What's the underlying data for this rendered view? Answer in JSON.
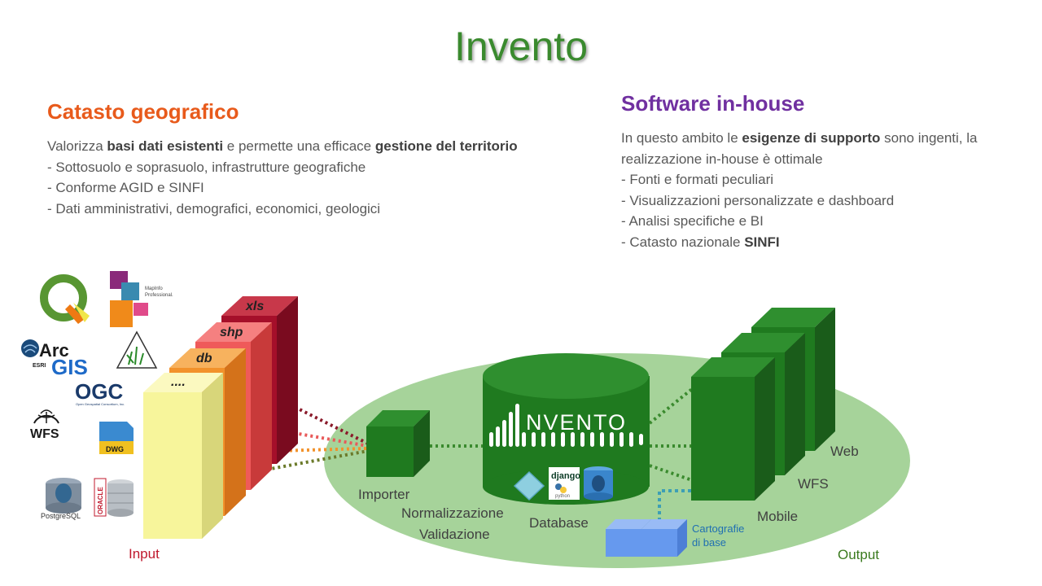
{
  "title": "Invento",
  "left": {
    "heading": "Catasto geografico",
    "intro_pre": "Valorizza ",
    "intro_b1": "basi dati esistenti",
    "intro_mid": " e permette una efficace ",
    "intro_b2": "gestione del territorio",
    "items": [
      "- Sottosuolo e soprasuolo, infrastrutture geografiche",
      "- Conforme AGID e SINFI",
      "- Dati amministrativi, demografici, economici, geologici"
    ]
  },
  "right": {
    "heading": "Software in-house",
    "intro_pre": "In questo ambito le ",
    "intro_b": "esigenze di supporto",
    "intro_post": "  sono ingenti, la realizzazione in-house è ottimale",
    "items": [
      "- Fonti e formati peculiari",
      "- Visualizzazioni personalizzate e dashboard",
      "- Analisi specifiche e BI"
    ],
    "last_pre": "- Catasto nazionale ",
    "last_b": "SINFI"
  },
  "diagram": {
    "input_label": "Input",
    "output_label": "Output",
    "input_stack": [
      "xls",
      "shp",
      "db",
      "...."
    ],
    "importer_label": "Importer",
    "normalization_label": "Normalizzazione",
    "validation_label": "Validazione",
    "database_label": "Database",
    "database_logo_text": "NVENTO",
    "carto_line1": "Cartografie",
    "carto_line2": "di base",
    "outputs": [
      "Web",
      "WFS",
      "Mobile"
    ],
    "logos": {
      "mapinfo_line1": "MapInfo",
      "mapinfo_line2": "Professional.",
      "arc": "Arc",
      "gis": "GIS",
      "esri": "ESRI",
      "ogc": "OGC",
      "ogc_sub": "Open Geospatial Consortium, Inc.",
      "wfs": "WFS",
      "dwg": "DWG",
      "postgresql": "PostgreSQL",
      "oracle": "ORACLE",
      "django": "django",
      "python": "python"
    },
    "colors": {
      "green_dark": "#1f6f1f",
      "green_main": "#2f8f2f",
      "ellipse": "#a6d39a",
      "xls": "#a50f2a",
      "shp": "#ef5a5a",
      "db": "#f2922b",
      "dots": "#f7f59b",
      "carto_blue": "#6699ee"
    }
  }
}
